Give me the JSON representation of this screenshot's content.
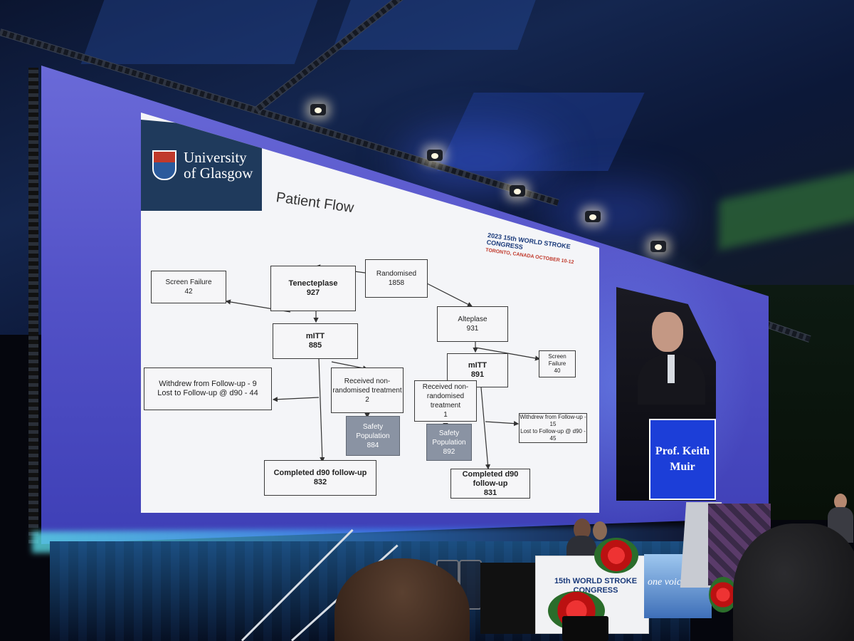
{
  "slide": {
    "logo": {
      "line1": "University",
      "line2": "of Glasgow"
    },
    "title": "Patient Flow",
    "event_badge": {
      "year": "2023",
      "name": "15th WORLD STROKE CONGRESS",
      "location": "TORONTO, CANADA OCTOBER 10-12"
    },
    "flow": {
      "randomised": {
        "label": "Randomised",
        "n": "1858"
      },
      "tenecteplase": {
        "label": "Tenecteplase",
        "n": "927"
      },
      "alteplase": {
        "label": "Alteplase",
        "n": "931"
      },
      "screen_failure_tnk": {
        "label": "Screen Failure",
        "n": "42"
      },
      "screen_failure_alt": {
        "label": "Screen Failure",
        "n": "40"
      },
      "mitt_tnk": {
        "label": "mITT",
        "n": "885"
      },
      "mitt_alt": {
        "label": "mITT",
        "n": "891"
      },
      "withdrew_tnk": {
        "line1": "Withdrew from Follow-up - 9",
        "line2": "Lost to Follow-up @ d90 - 44"
      },
      "withdrew_alt": {
        "line1": "Withdrew from Follow-up - 15",
        "line2": "Lost to Follow-up @ d90 - 45"
      },
      "nonrand_tnk": {
        "line1": "Received non-",
        "line2": "randomised treatment",
        "n": "2"
      },
      "nonrand_alt": {
        "line1": "Received non-",
        "line2": "randomised treatment",
        "n": "1"
      },
      "safety_tnk": {
        "line1": "Safety",
        "line2": "Population",
        "n": "884"
      },
      "safety_alt": {
        "line1": "Safety",
        "line2": "Population",
        "n": "892"
      },
      "completed_tnk": {
        "label": "Completed d90 follow-up",
        "n": "832"
      },
      "completed_alt": {
        "label": "Completed d90 follow-up",
        "n": "831"
      }
    }
  },
  "speaker": {
    "name_line1": "Prof. Keith",
    "name_line2": "Muir"
  },
  "stage": {
    "table_sign": "15th WORLD STROKE CONGRESS",
    "banner": "one voice"
  }
}
